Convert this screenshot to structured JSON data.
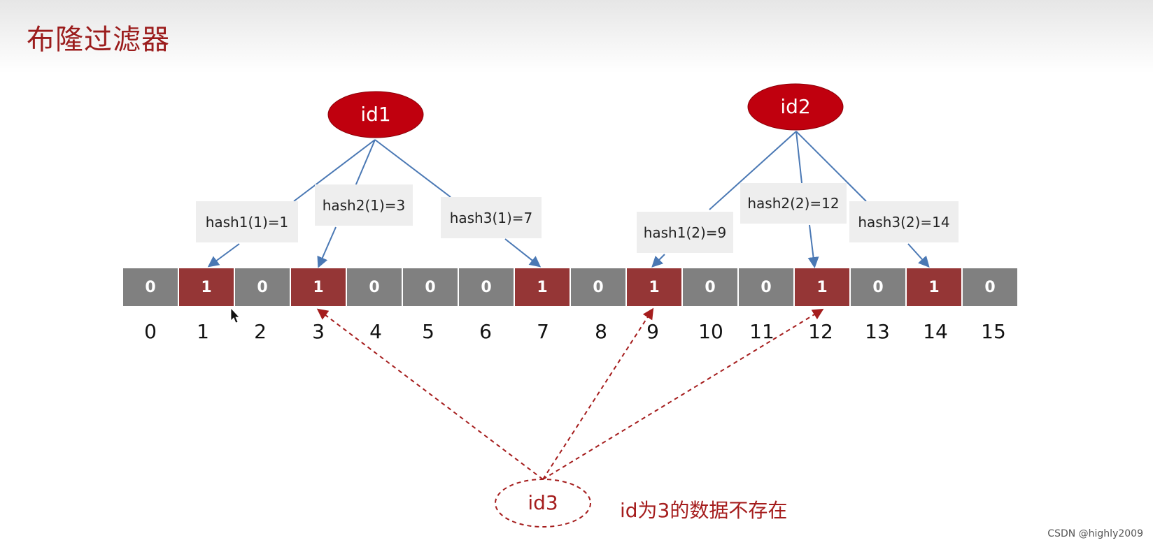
{
  "title": "布隆过滤器",
  "nodes": {
    "id1": "id1",
    "id2": "id2",
    "id3": "id3"
  },
  "hash_labels": [
    "hash1(1)=1",
    "hash2(1)=3",
    "hash3(1)=7",
    "hash1(2)=9",
    "hash2(2)=12",
    "hash3(2)=14"
  ],
  "bits": [
    "0",
    "1",
    "0",
    "1",
    "0",
    "0",
    "0",
    "1",
    "0",
    "1",
    "0",
    "0",
    "1",
    "0",
    "1",
    "0"
  ],
  "indices": [
    "0",
    "1",
    "2",
    "3",
    "4",
    "5",
    "6",
    "7",
    "8",
    "9",
    "10",
    "11",
    "12",
    "13",
    "14",
    "15"
  ],
  "conclusion": "id为3的数据不存在",
  "watermark": "CSDN @highly2009",
  "colors": {
    "set_bit": "#953636",
    "unset_bit": "#808080",
    "node_fill": "#c0000e",
    "query_dashed": "#a51d1d",
    "arrow_blue": "#4a78b4"
  }
}
